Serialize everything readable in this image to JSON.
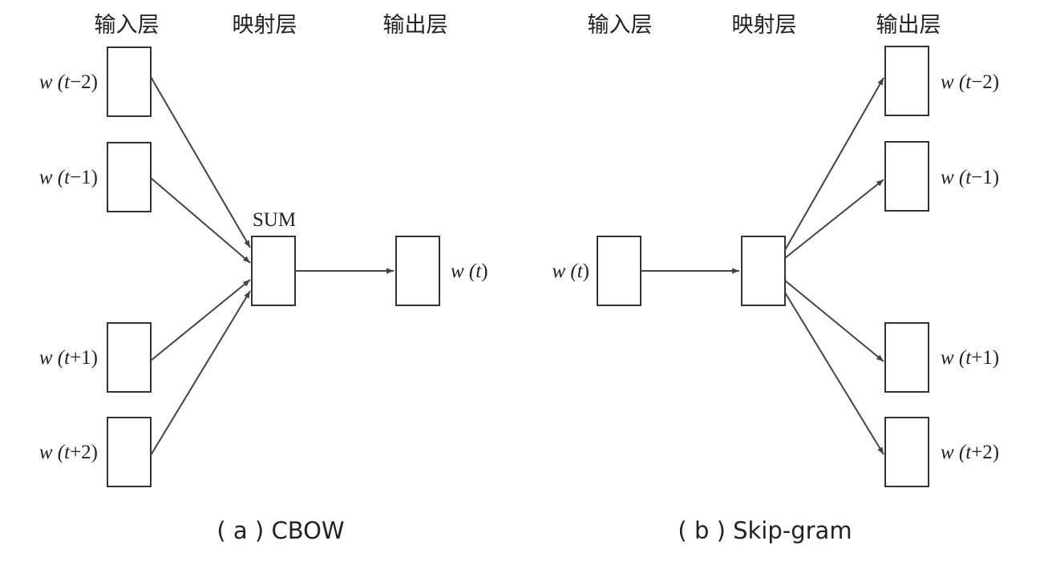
{
  "cbow": {
    "headers": {
      "input": "输入层",
      "projection": "映射层",
      "output": "输出层"
    },
    "inputs": [
      {
        "prefix": "w (",
        "var": "t",
        "suffix": "−2)"
      },
      {
        "prefix": "w (",
        "var": "t",
        "suffix": "−1)"
      },
      {
        "prefix": "w (",
        "var": "t",
        "suffix": "+1)"
      },
      {
        "prefix": "w (",
        "var": "t",
        "suffix": "+2)"
      }
    ],
    "projection_label": "SUM",
    "output": {
      "prefix": "w (",
      "var": "t",
      "suffix": ")"
    },
    "caption": "( a ) CBOW"
  },
  "skipgram": {
    "headers": {
      "input": "输入层",
      "projection": "映射层",
      "output": "输出层"
    },
    "input": {
      "prefix": "w (",
      "var": "t",
      "suffix": ")"
    },
    "outputs": [
      {
        "prefix": "w (",
        "var": "t",
        "suffix": "−2)"
      },
      {
        "prefix": "w (",
        "var": "t",
        "suffix": "−1)"
      },
      {
        "prefix": "w (",
        "var": "t",
        "suffix": "+1)"
      },
      {
        "prefix": "w (",
        "var": "t",
        "suffix": "+2)"
      }
    ],
    "caption": "( b ) Skip-gram"
  },
  "colors": {
    "stroke": "#333333",
    "arrow": "#444444",
    "text": "#222222",
    "background": "#ffffff"
  }
}
